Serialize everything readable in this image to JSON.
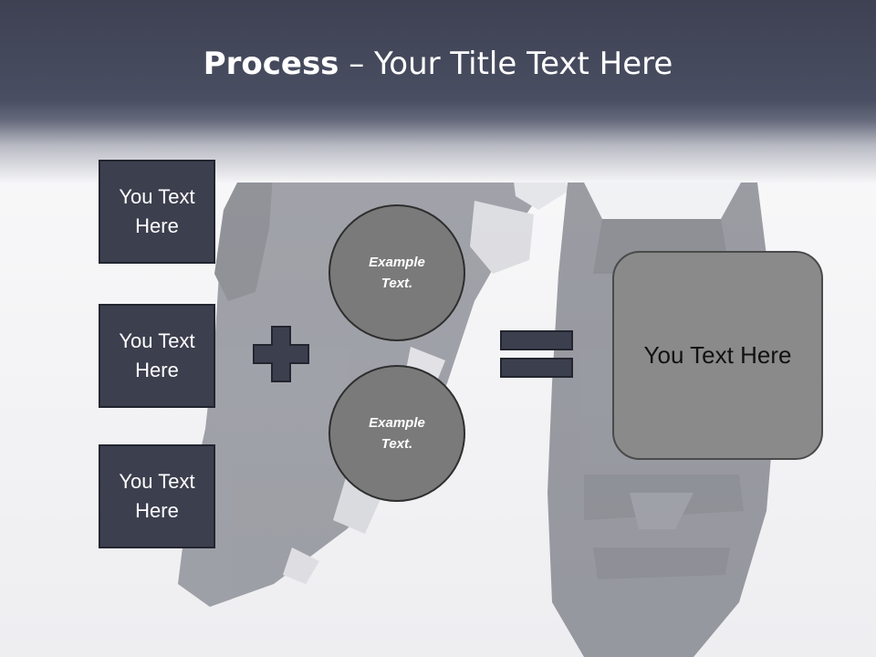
{
  "slide": {
    "title_bold": "Process",
    "title_rest": " – Your Title Text Here",
    "inputs": [
      {
        "line1": "You Text",
        "line2": "Here"
      },
      {
        "line1": "You Text",
        "line2": "Here"
      },
      {
        "line1": "You Text",
        "line2": "Here"
      }
    ],
    "circles": [
      {
        "line1": "Example",
        "line2": "Text."
      },
      {
        "line1": "Example",
        "line2": "Text."
      }
    ],
    "result": "You Text Here"
  },
  "colors": {
    "header": "#3d4152",
    "box_fill": "#3c3f4e",
    "circle_fill": "#7a7a7a",
    "result_fill": "#8a8a8a",
    "operator": "#3c3f4e"
  },
  "icons": [
    "plus-icon",
    "equals-icon"
  ]
}
